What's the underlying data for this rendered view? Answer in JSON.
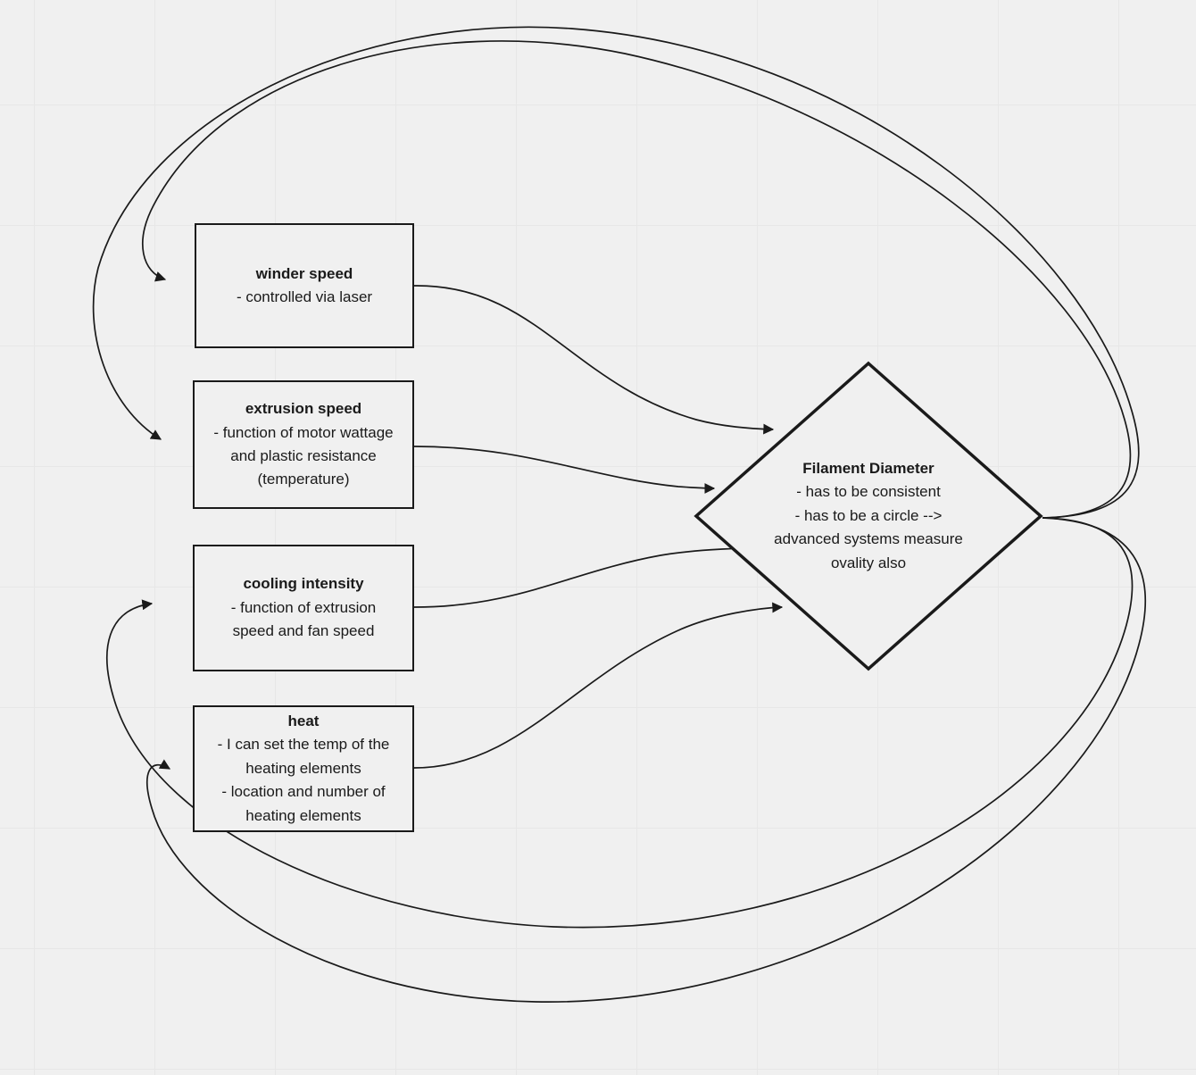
{
  "diagram": {
    "type": "causal-influence-diagram",
    "background_color": "#f0f0f0",
    "grid_color": "#e7e7e7",
    "stroke_color": "#1a1a1a",
    "nodes": [
      {
        "id": "winder-speed",
        "shape": "rectangle",
        "title": "winder speed",
        "lines": [
          "- controlled via laser"
        ]
      },
      {
        "id": "extrusion-speed",
        "shape": "rectangle",
        "title": "extrusion speed",
        "lines": [
          "- function of motor wattage and plastic resistance (temperature)"
        ]
      },
      {
        "id": "cooling-intensity",
        "shape": "rectangle",
        "title": "cooling intensity",
        "lines": [
          "- function of extrusion speed and fan speed"
        ]
      },
      {
        "id": "heat",
        "shape": "rectangle",
        "title": "heat",
        "lines": [
          "- I can set the temp of the heating elements",
          "- location and number of heating elements"
        ]
      },
      {
        "id": "filament-diameter",
        "shape": "diamond",
        "title": "Filament Diameter",
        "lines": [
          "- has to be consistent",
          "- has to be a circle --> advanced systems measure ovality also"
        ]
      }
    ],
    "edges": [
      {
        "id": "winder-to-diameter",
        "from": "winder speed",
        "to": "Filament Diameter"
      },
      {
        "id": "extrusion-to-diameter",
        "from": "extrusion speed",
        "to": "Filament Diameter"
      },
      {
        "id": "cooling-to-diameter",
        "from": "cooling intensity",
        "to": "Filament Diameter"
      },
      {
        "id": "heat-to-diameter",
        "from": "heat",
        "to": "Filament Diameter"
      },
      {
        "id": "diameter-to-winder",
        "from": "Filament Diameter",
        "to": "winder speed"
      },
      {
        "id": "diameter-to-extrusion",
        "from": "Filament Diameter",
        "to": "extrusion speed"
      },
      {
        "id": "diameter-to-cooling",
        "from": "Filament Diameter",
        "to": "cooling intensity"
      },
      {
        "id": "diameter-to-heat",
        "from": "Filament Diameter",
        "to": "heat"
      }
    ]
  }
}
